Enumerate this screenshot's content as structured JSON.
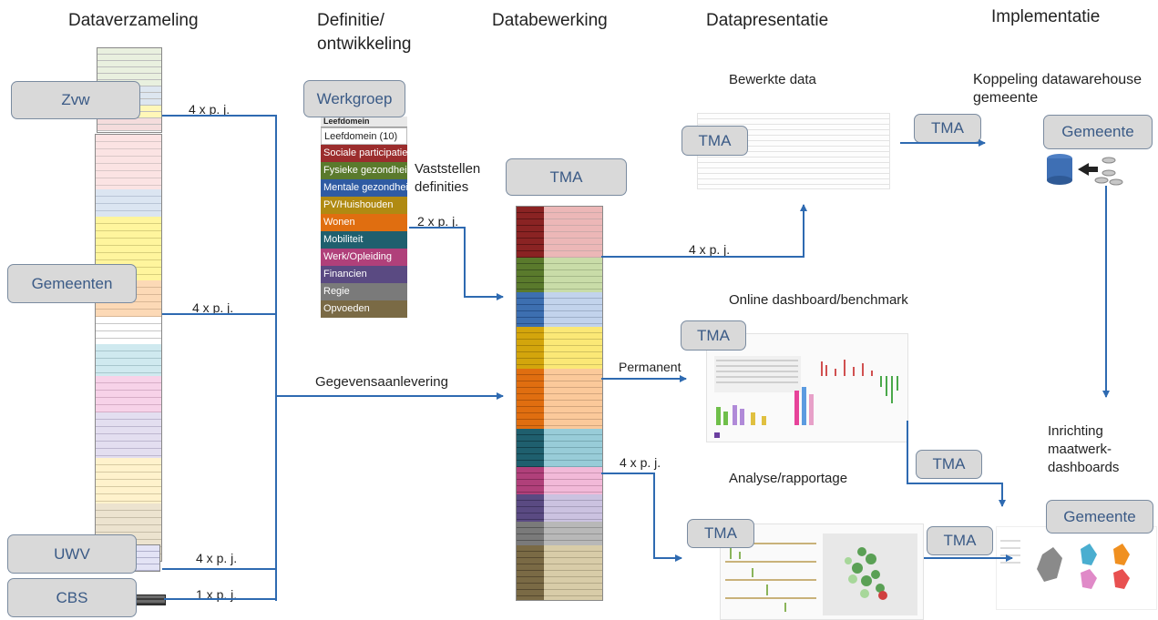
{
  "columns": {
    "c1": "Dataverzameling",
    "c2": "Definitie/\nontwikkeling",
    "c3": "Databewerking",
    "c4": "Datapresentatie",
    "c5": "Implementatie"
  },
  "sources": {
    "zvw": "Zvw",
    "gemeenten": "Gemeenten",
    "uwv": "UWV",
    "cbs": "CBS"
  },
  "frequencies": {
    "zvw": "4 x p. j.",
    "gemeenten": "4 x p. j.",
    "uwv": "4 x p. j.",
    "cbs": "1 x p. j.",
    "definities": "2 x p. j.",
    "bewerkt": "4 x p. j.",
    "analyse": "4 x p. j."
  },
  "labels": {
    "werkgroep": "Werkgroep",
    "vaststellen": "Vaststellen\ndefinities",
    "gegevens": "Gegevensaanlevering",
    "permanent": "Permanent",
    "bewerkte_data": "Bewerkte data",
    "online_dashboard": "Online dashboard/benchmark",
    "analyse": "Analyse/rapportage",
    "koppeling": "Koppeling datawarehouse\ngemeente",
    "inrichting": "Inrichting maatwerk-\ndashboards"
  },
  "tma": {
    "main": "TMA",
    "bewerkt": "TMA",
    "koppeling": "TMA",
    "online": "TMA",
    "inrichting": "TMA",
    "analyse": "TMA",
    "analyse2": "TMA"
  },
  "gemeente": {
    "top": "Gemeente",
    "bottom": "Gemeente"
  },
  "leefdomein": {
    "header": "Leefdomein",
    "first": "Leefdomein (10)",
    "items": [
      {
        "label": "Sociale participatie",
        "color": "#9b2d2d"
      },
      {
        "label": "Fysieke gezondheid",
        "color": "#5a7a2c"
      },
      {
        "label": "Mentale gezondheid",
        "color": "#2f5ba3"
      },
      {
        "label": "PV/Huishouden",
        "color": "#b08a12"
      },
      {
        "label": "Wonen",
        "color": "#e06e10"
      },
      {
        "label": "Mobiliteit",
        "color": "#1f5f6e"
      },
      {
        "label": "Werk/Opleiding",
        "color": "#b0407a"
      },
      {
        "label": "Financien",
        "color": "#5a4a82"
      },
      {
        "label": "Regie",
        "color": "#7a7a7a"
      },
      {
        "label": "Opvoeden",
        "color": "#7a6a45"
      }
    ]
  }
}
